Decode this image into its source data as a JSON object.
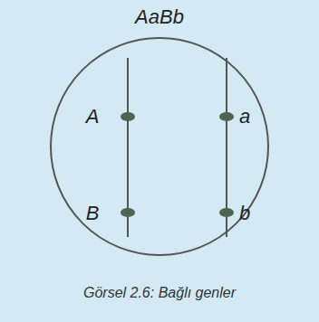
{
  "diagram": {
    "caption": "Görsel 2.6: Bağlı genler",
    "labels": [
      "AaBb",
      "A",
      "a",
      "B",
      "b"
    ]
  }
}
